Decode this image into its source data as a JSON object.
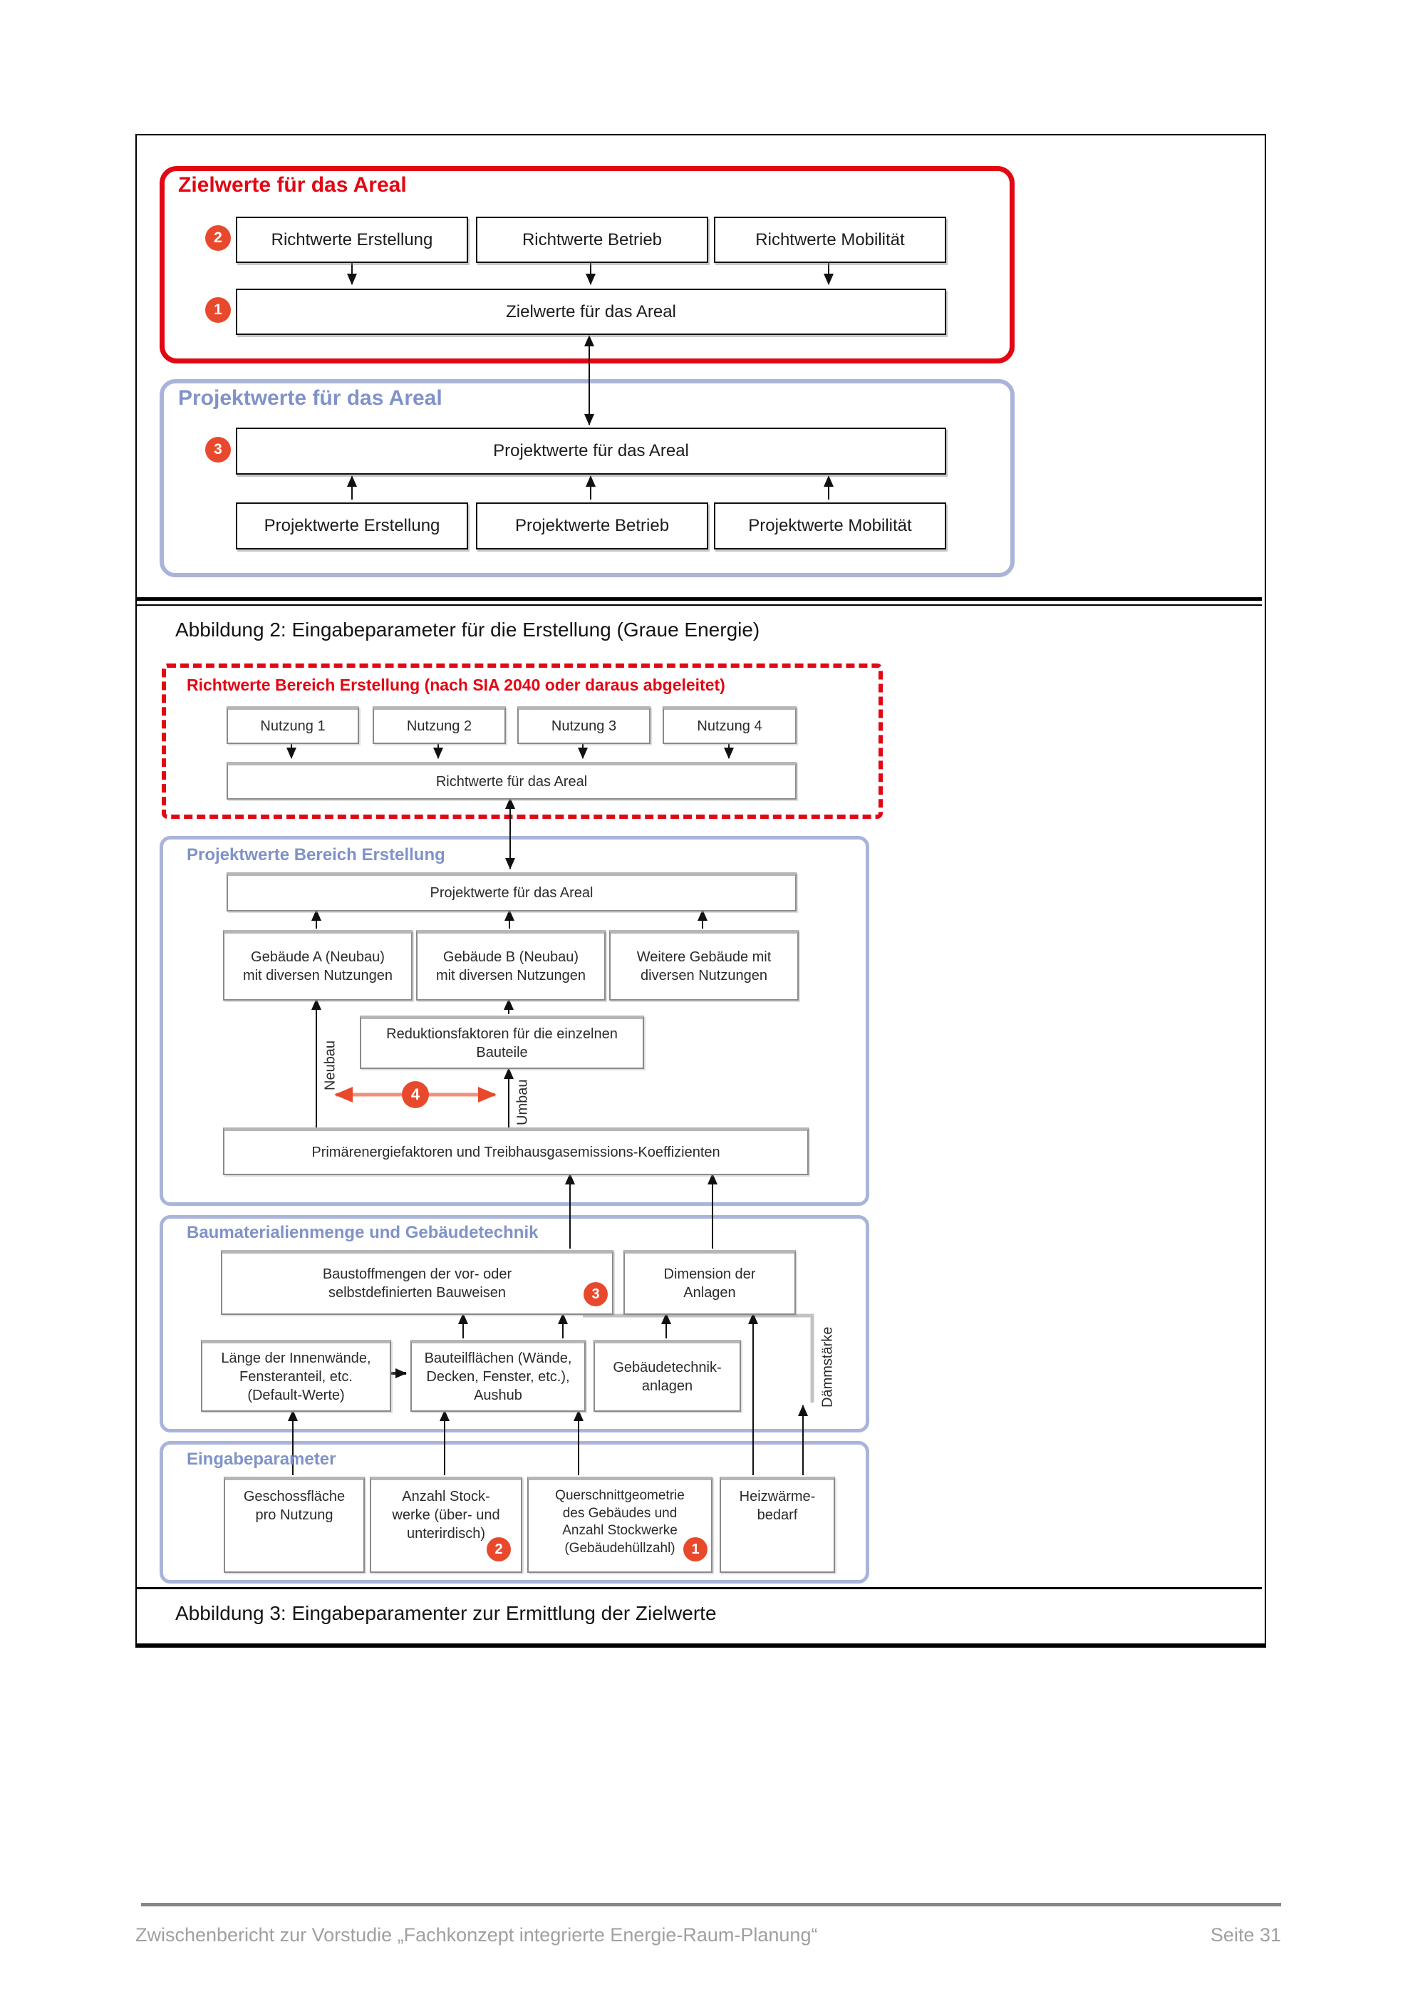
{
  "page": {
    "caption_fig2": "Abbildung 2: Eingabeparameter für die Erstellung (Graue Energie)",
    "caption_fig3": "Abbildung 3: Eingabeparamenter zur Ermittlung der Zielwerte",
    "footer_left": "Zwischenbericht zur Vorstudie „Fachkonzept integrierte Energie-Raum-Planung“",
    "footer_right": "Seite 31"
  },
  "colors": {
    "red": "#e30613",
    "badge": "#e8492c",
    "blue_border": "#a9b4da",
    "blue_title": "#8093c8"
  },
  "figure2": {
    "zielwerte_title": "Zielwerte für das Areal",
    "badge_richtwerte": "2",
    "badge_zielwerte": "1",
    "badge_projektwerte": "3",
    "richtwerte_boxes": [
      "Richtwerte Erstellung",
      "Richtwerte Betrieb",
      "Richtwerte Mobilität"
    ],
    "zielwerte_box": "Zielwerte für das Areal",
    "projektwerte_title": "Projektwerte für das Areal",
    "projektwerte_box": "Projektwerte für das Areal",
    "projekt_boxes": [
      "Projektwerte Erstellung",
      "Projektwerte Betrieb",
      "Projektwerte Mobilität"
    ]
  },
  "figure3": {
    "richtwerte_title": "Richtwerte Bereich Erstellung (nach SIA 2040 oder daraus abgeleitet)",
    "nutzung_boxes": [
      "Nutzung 1",
      "Nutzung 2",
      "Nutzung 3",
      "Nutzung 4"
    ],
    "richtwerte_areal_box": "Richtwerte für das Areal",
    "projekt_title": "Projektwerte Bereich Erstellung",
    "projekt_areal_box": "Projektwerte für das Areal",
    "gebaeude_a_box": "Gebäude A (Neubau)\nmit diversen Nutzungen",
    "gebaeude_b_box": "Gebäude B (Neubau)\nmit diversen Nutzungen",
    "weitere_gebaeude_box": "Weitere Gebäude mit\ndiversen Nutzungen",
    "reduktionsfaktoren_box": "Reduktionsfaktoren für die einzelnen\nBauteile",
    "neubau_label": "Neubau",
    "umbau_label": "Umbau",
    "badge_neubau_umbau": "4",
    "primaerenergie_box": "Primärenergiefaktoren und Treibhausgasemissions-Koeffizienten",
    "baumaterial_title": "Baumaterialienmenge und Gebäudetechnik",
    "baustoffmengen_box": "Baustoffmengen der vor- oder\nselbstdefinierten Bauweisen",
    "badge_baustoffmengen": "3",
    "dimension_box": "Dimension der\nAnlagen",
    "laenge_box": "Länge der Innenwände,\nFensteranteil, etc.\n(Default-Werte)",
    "bauteilflaechen_box": "Bauteilflächen (Wände,\nDecken, Fenster, etc.),\nAushub",
    "gebaeudetechnik_box": "Gebäudetechnik-\nanlagen",
    "daemmstaerke_label": "Dämmstärke",
    "eingabe_title": "Eingabeparameter",
    "geschossflaeche_box": "Geschossfläche\npro Nutzung",
    "anzahl_box": "Anzahl Stock-\nwerke (über- und\nunterirdisch)",
    "badge_anzahl": "2",
    "querschnitt_box": "Querschnittgeometrie\ndes Gebäudes und\nAnzahl Stockwerke\n(Gebäudehüllzahl)",
    "badge_querschnitt": "1",
    "heizwaerme_box": "Heizwärme-\nbedarf"
  }
}
